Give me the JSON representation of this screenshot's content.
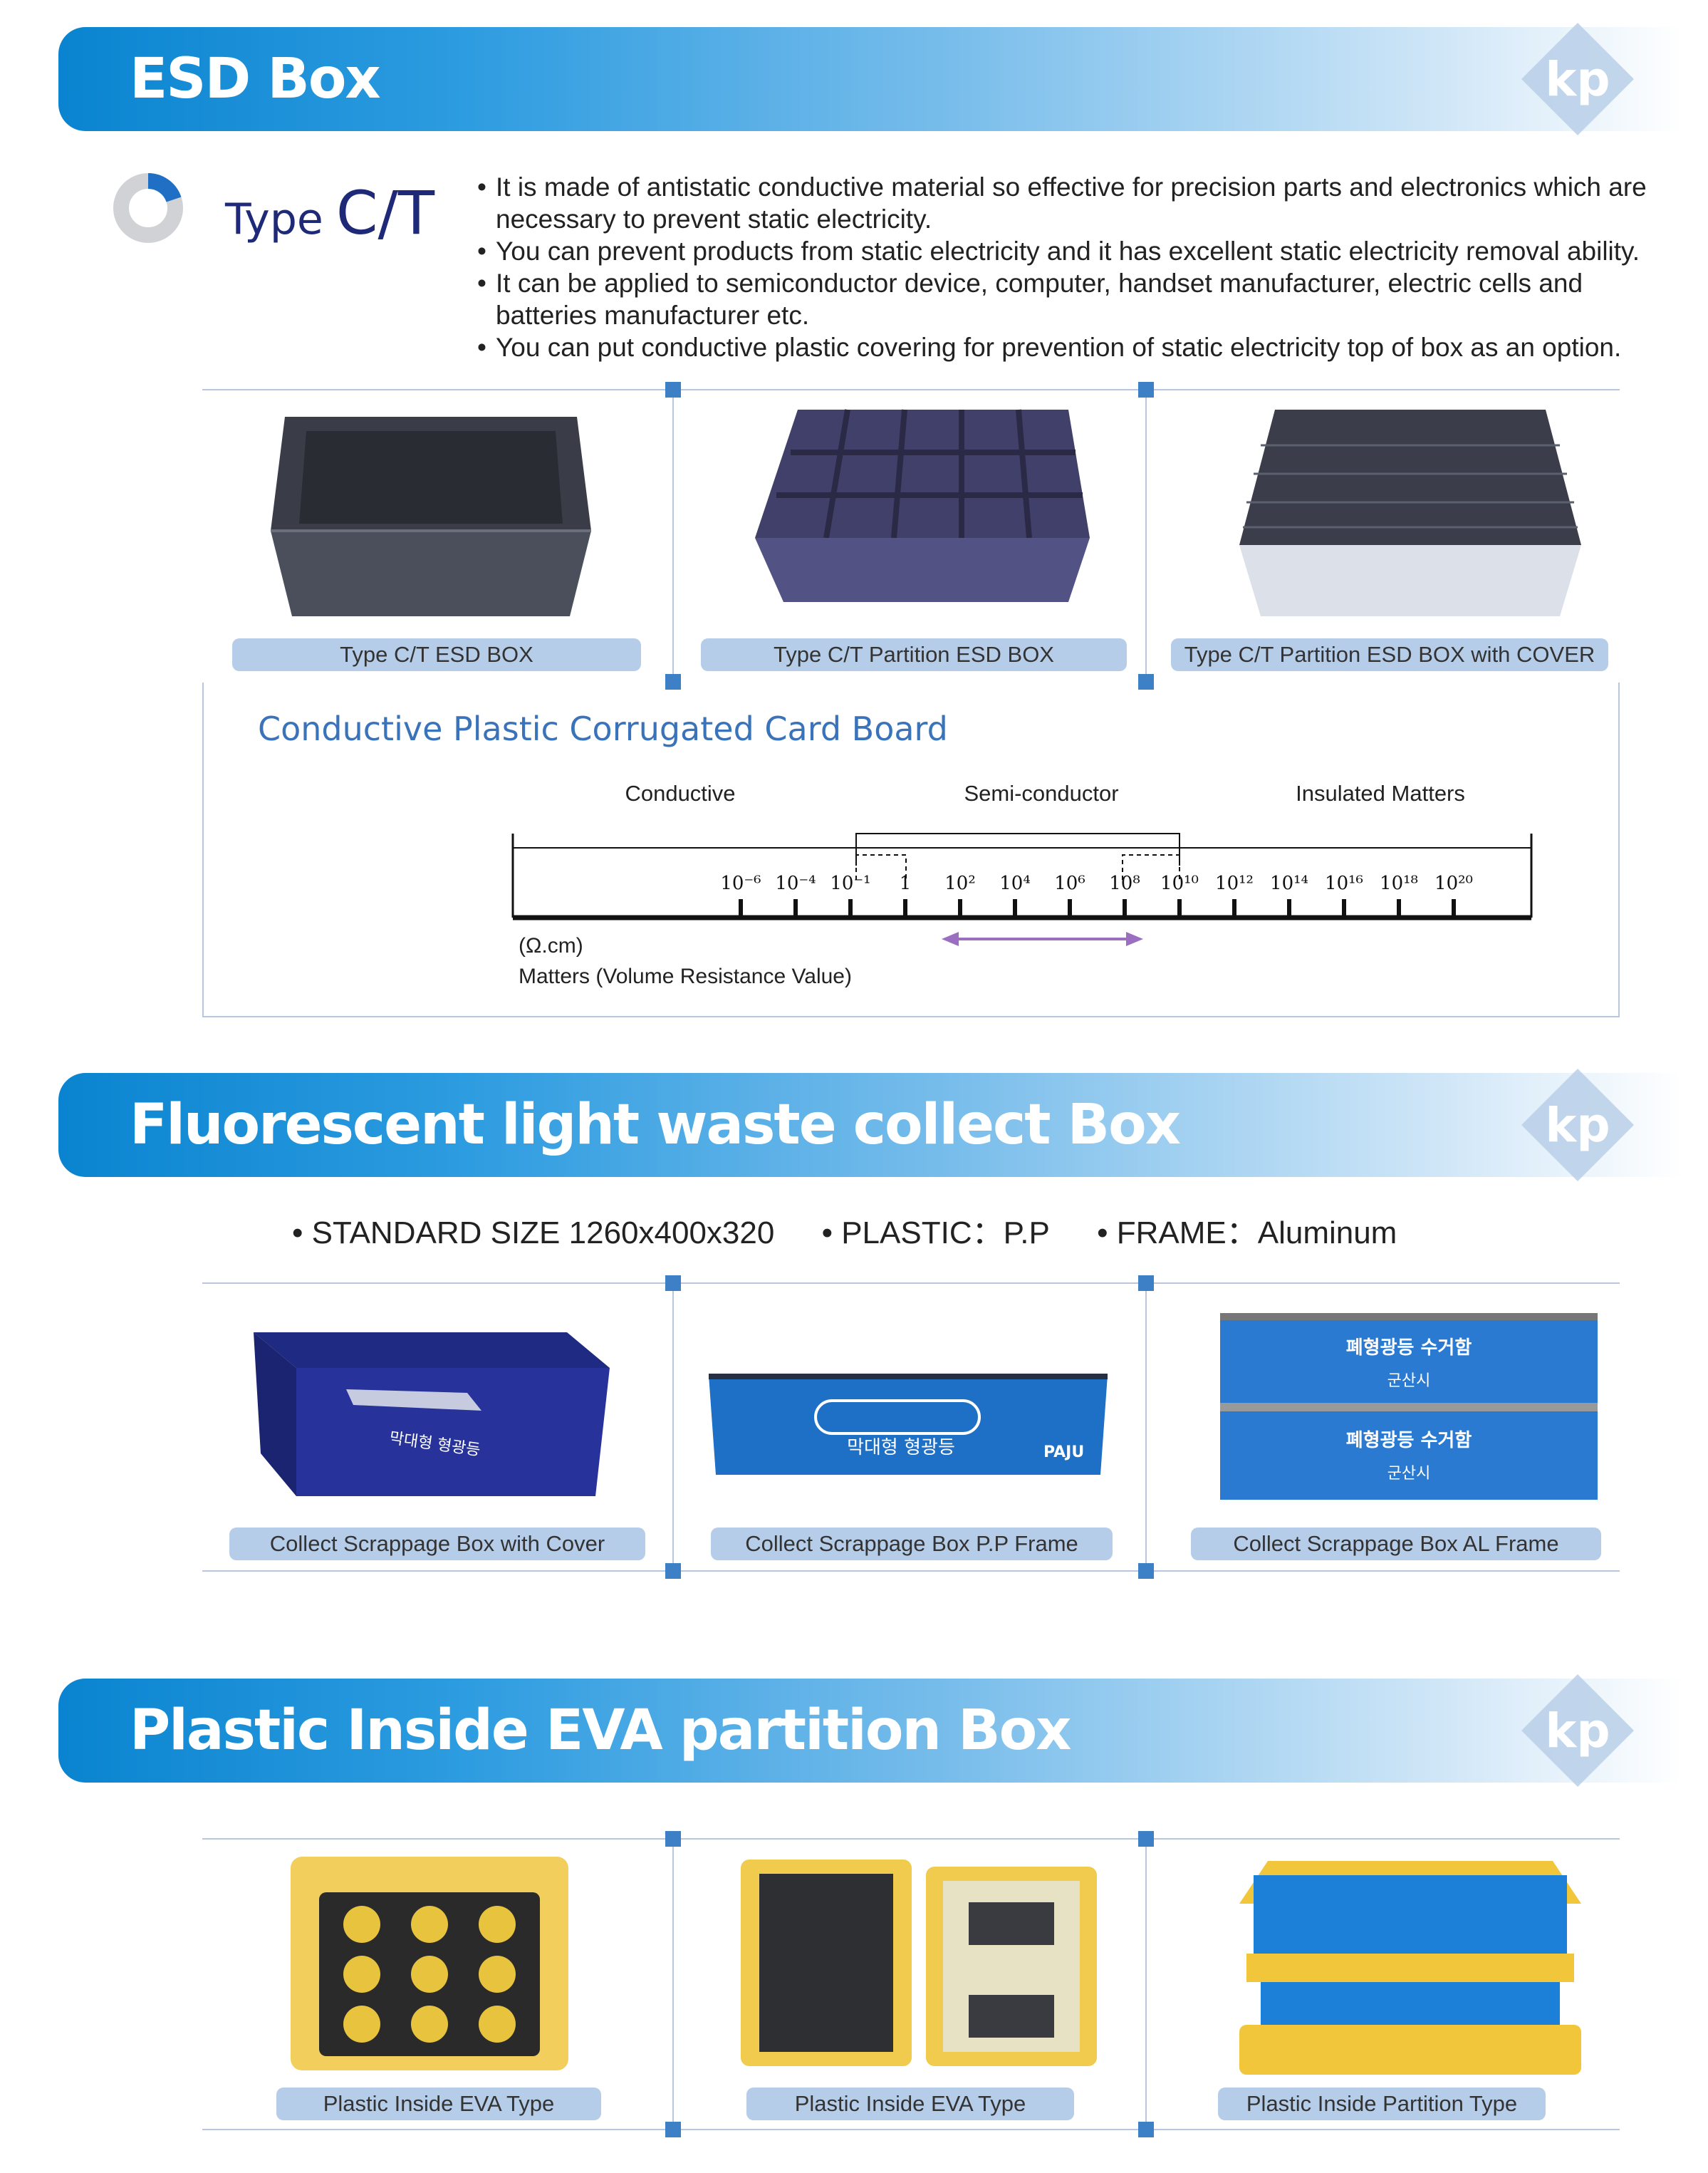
{
  "sections": {
    "esd": {
      "title": "ESD Box"
    },
    "fluorescent": {
      "title": "Fluorescent light waste collect Box"
    },
    "eva": {
      "title": "Plastic Inside EVA partition Box"
    }
  },
  "logo_text": "kp",
  "type_ct": {
    "type_word": "Type",
    "type_code": "C/T",
    "bullets": [
      "It is made of antistatic conductive material so effective for precision parts and electronics which are necessary to prevent static electricity.",
      "You can prevent products from static electricity and it has excellent static electricity removal ability.",
      "It can be applied to semiconductor device, computer,  handset manufacturer, electric cells and batteries manufacturer etc.",
      "You can put conductive plastic covering for prevention of static electricity top of box as an option."
    ]
  },
  "esd_products": [
    {
      "caption": "Type C/T ESD BOX"
    },
    {
      "caption": "Type C/T Partition ESD BOX"
    },
    {
      "caption": "Type C/T Partition ESD BOX with COVER"
    }
  ],
  "chart_data": {
    "type": "scale",
    "title": "Conductive Plastic Corrugated Card Board",
    "categories": [
      "Conductive",
      "Semi-conductor",
      "Insulated Matters"
    ],
    "ticks": [
      "10⁻⁶",
      "10⁻⁴",
      "10⁻¹",
      "1",
      "10²",
      "10⁴",
      "10⁶",
      "10⁸",
      "10¹⁰",
      "10¹²",
      "10¹⁴",
      "10¹⁶",
      "10¹⁸",
      "10²⁰"
    ],
    "unit": "(Ω.cm)",
    "xlabel": "Matters (Volume Resistance Value)",
    "colors": {
      "arrow": "#9a6fc0",
      "title": "#3a73b9"
    }
  },
  "fluorescent_specs": [
    "• STANDARD SIZE 1260x400x320",
    "• PLASTIC：P.P",
    "• FRAME：Aluminum"
  ],
  "fluorescent_products": [
    {
      "caption": "Collect Scrappage Box with Cover",
      "label": "막대형 형광등"
    },
    {
      "caption": "Collect Scrappage Box P.P Frame",
      "label": "막대형 형광등",
      "brand": "PAJU"
    },
    {
      "caption": "Collect Scrappage Box AL Frame",
      "label": "폐형광등 수거함",
      "city": "군산시"
    }
  ],
  "eva_products": [
    {
      "caption": "Plastic Inside EVA Type"
    },
    {
      "caption": "Plastic Inside EVA Type"
    },
    {
      "caption": "Plastic Inside Partition Type"
    }
  ],
  "colors": {
    "banner": "#0a84d0",
    "caption_bg": "#b6cde9",
    "type_label": "#1e2a78",
    "marker": "#3d80c6"
  }
}
